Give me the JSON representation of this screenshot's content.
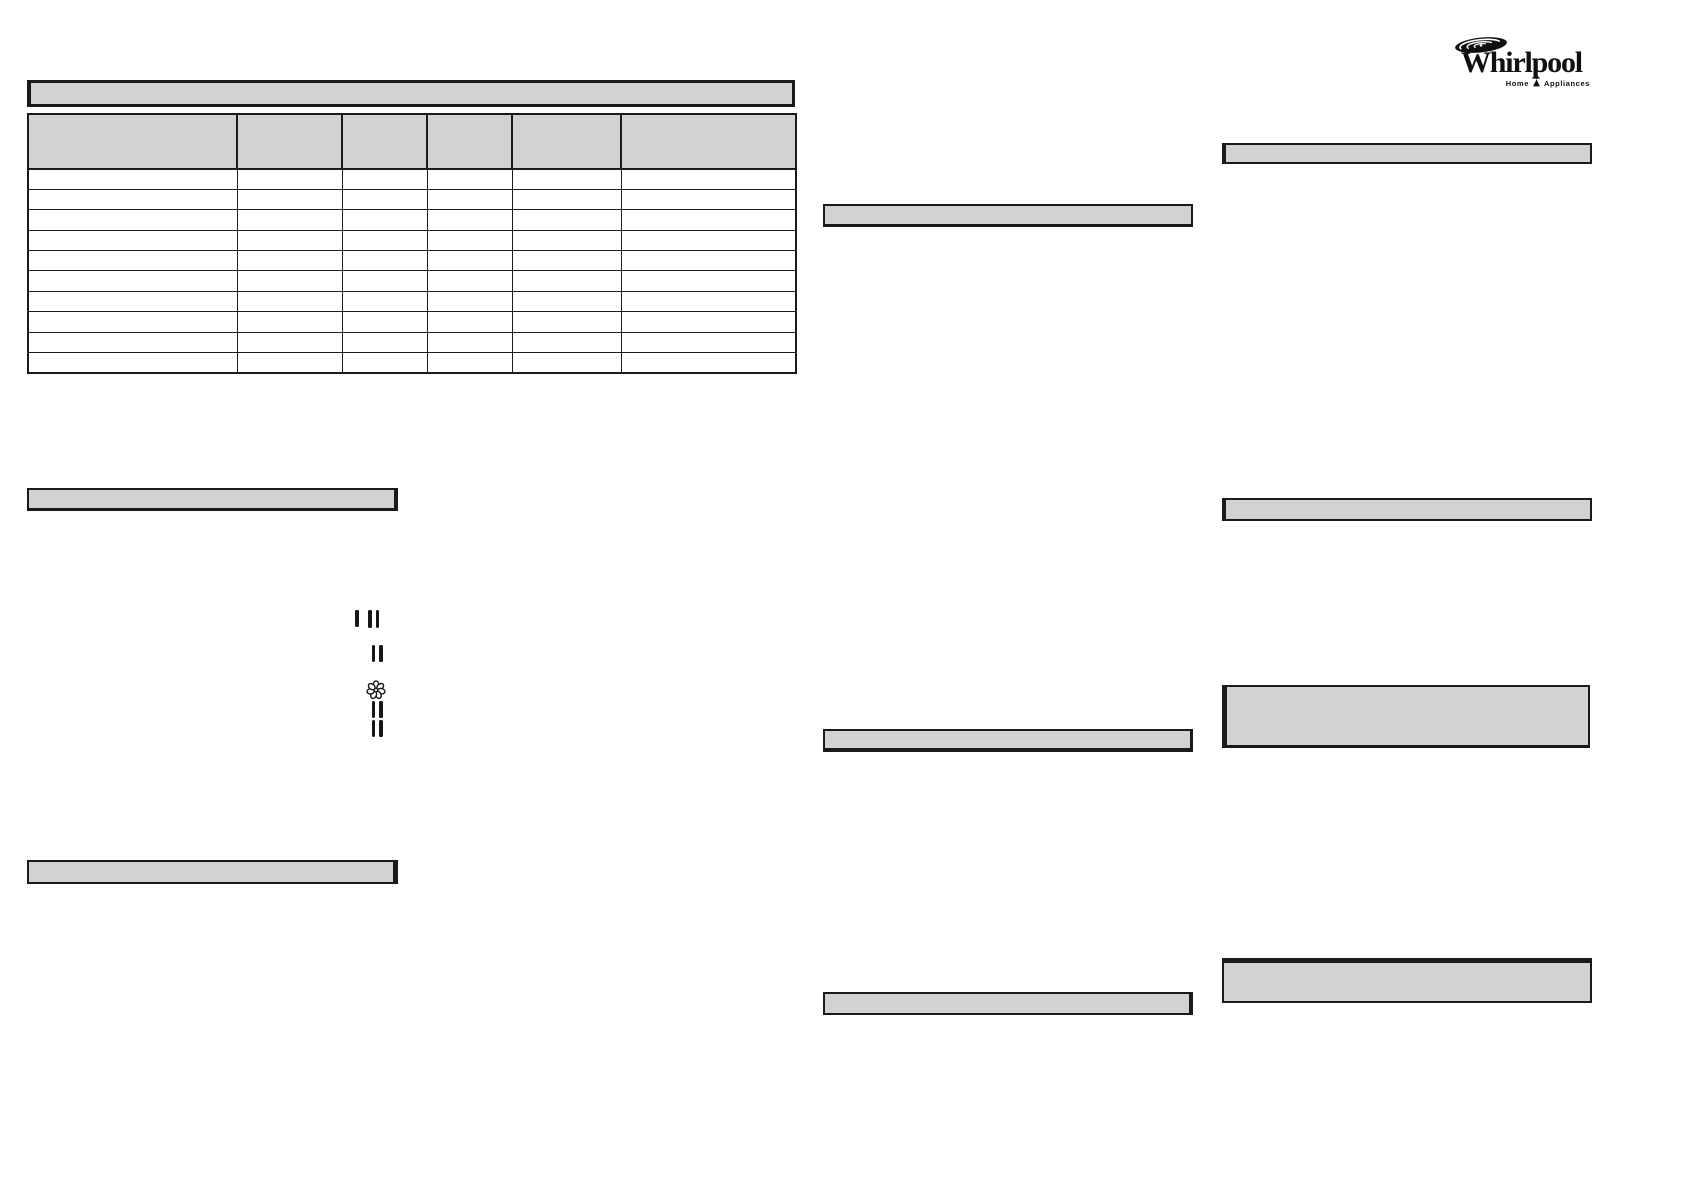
{
  "page": {
    "background": "#ffffff",
    "description": "Blank Whirlpool manual template page: gray section-heading bars, empty 6-column table, logo, oven function symbols"
  },
  "colors": {
    "heading_bar_fill": "#d2d2d2",
    "table_header_fill": "#d2d2d2",
    "ink": "#1a1a1a"
  },
  "logo": {
    "brand": "Whirlpool",
    "tagline_left": "Home",
    "tagline_right": "Appliances"
  },
  "table": {
    "title_text": "",
    "column_headers": [
      "",
      "",
      "",
      "",
      "",
      ""
    ],
    "rows": [
      [
        "",
        "",
        "",
        "",
        "",
        ""
      ],
      [
        "",
        "",
        "",
        "",
        "",
        ""
      ],
      [
        "",
        "",
        "",
        "",
        "",
        ""
      ],
      [
        "",
        "",
        "",
        "",
        "",
        ""
      ],
      [
        "",
        "",
        "",
        "",
        "",
        ""
      ],
      [
        "",
        "",
        "",
        "",
        "",
        ""
      ],
      [
        "",
        "",
        "",
        "",
        "",
        ""
      ],
      [
        "",
        "",
        "",
        "",
        "",
        ""
      ],
      [
        "",
        "",
        "",
        "",
        "",
        ""
      ],
      [
        "",
        "",
        "",
        "",
        "",
        ""
      ]
    ]
  },
  "headings": {
    "left": {
      "bar_1": "",
      "bar_2": ""
    },
    "middle": {
      "bar_1": "",
      "bar_2": "",
      "bar_3": ""
    },
    "right": {
      "bar_1": "",
      "bar_2": "",
      "bar_3": "",
      "bar_4": ""
    }
  },
  "icons": {
    "logo_swirl": "whirlpool-swirl-icon",
    "logo_figure": "home-appliances-figure-icon",
    "symbol_rows": [
      {
        "name": "heat-elements-I-II-icon",
        "glyphs": "I II"
      },
      {
        "name": "heat-element-II-icon",
        "glyphs": "II"
      },
      {
        "name": "fan-flower-icon",
        "glyphs": "✻"
      },
      {
        "name": "heat-element-II-icon",
        "glyphs": "II"
      },
      {
        "name": "heat-element-II-icon",
        "glyphs": "II"
      }
    ]
  }
}
